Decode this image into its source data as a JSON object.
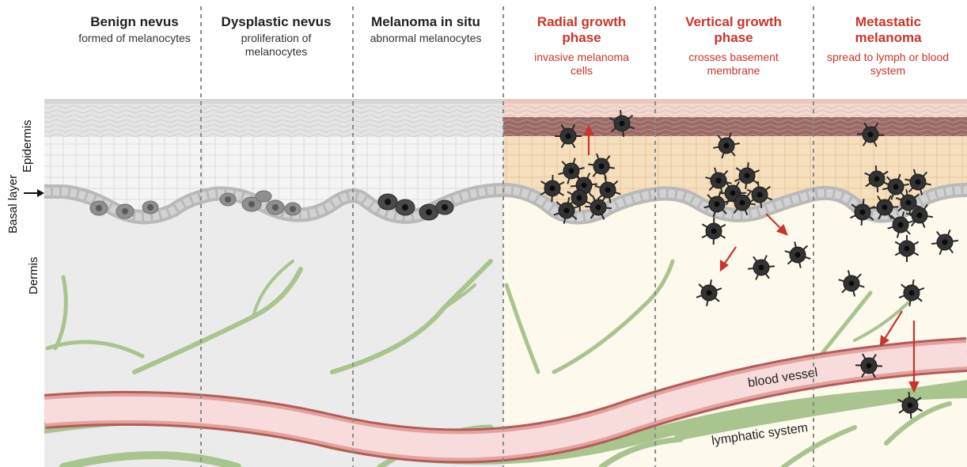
{
  "stages": [
    {
      "title": "Benign nevus",
      "subtitle": "formed of melanocytes"
    },
    {
      "title": "Dysplastic nevus",
      "subtitle": "proliferation of melanocytes"
    },
    {
      "title": "Melanoma in situ",
      "subtitle": "abnormal melanocytes"
    },
    {
      "title": "Radial growth phase",
      "subtitle": "invasive melanoma cells"
    },
    {
      "title": "Vertical growth phase",
      "subtitle": "crosses basement membrane"
    },
    {
      "title": "Metastatic melanoma",
      "subtitle": "spread to lymph or blood system"
    }
  ],
  "layers": {
    "epidermis": "Epidermis",
    "basal_layer": "Basal layer",
    "dermis": "Dermis"
  },
  "labels": {
    "blood_vessel": "blood vessel",
    "lymphatic_system": "lymphatic system"
  },
  "colors": {
    "normal_skin": "#ebebeb",
    "tumor_epidermis": "#f6dfbf",
    "tumor_dermis": "#fdf9ec",
    "vessel": "#f8dcdc",
    "vessel_border": "#b35c5a",
    "lymph": "#a9c48f",
    "arrow": "#c8352b",
    "title_red": "#c8352b"
  }
}
